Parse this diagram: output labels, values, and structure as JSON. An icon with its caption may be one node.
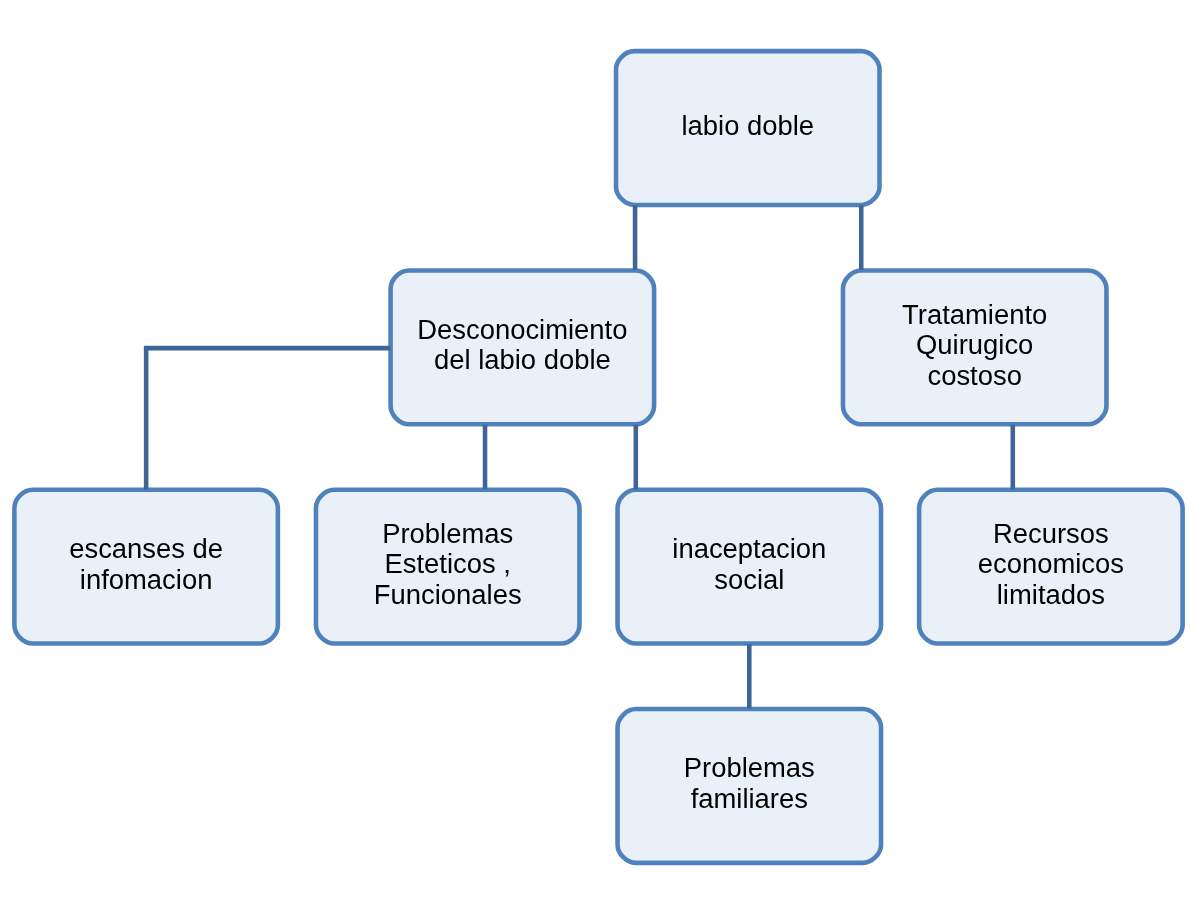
{
  "diagram": {
    "nodes": [
      {
        "text": [
          "labio doble"
        ]
      },
      {
        "text": [
          "Desconocimiento del labio doble"
        ]
      },
      {
        "text": [
          "Tratamiento Quirugico costoso"
        ]
      },
      {
        "text": [
          "escanses de infomacion"
        ]
      },
      {
        "text": [
          "Problemas Esteticos , Funcionales"
        ]
      },
      {
        "text": [
          "inaceptacion social"
        ]
      },
      {
        "text": [
          "Recursos economicos limitados"
        ]
      },
      {
        "text": [
          "Problemas familiares"
        ]
      }
    ],
    "edges": [
      {
        "from": 0,
        "to": 1,
        "arrow": "none"
      },
      {
        "from": 0,
        "to": 2,
        "arrow": "none"
      },
      {
        "from": 1,
        "to": 3,
        "arrow": "none"
      },
      {
        "from": 1,
        "to": 4,
        "arrow": "none"
      },
      {
        "from": 1,
        "to": 5,
        "arrow": "none"
      },
      {
        "from": 2,
        "to": 6,
        "arrow": "none"
      },
      {
        "from": 5,
        "to": 7,
        "arrow": "none"
      }
    ]
  }
}
